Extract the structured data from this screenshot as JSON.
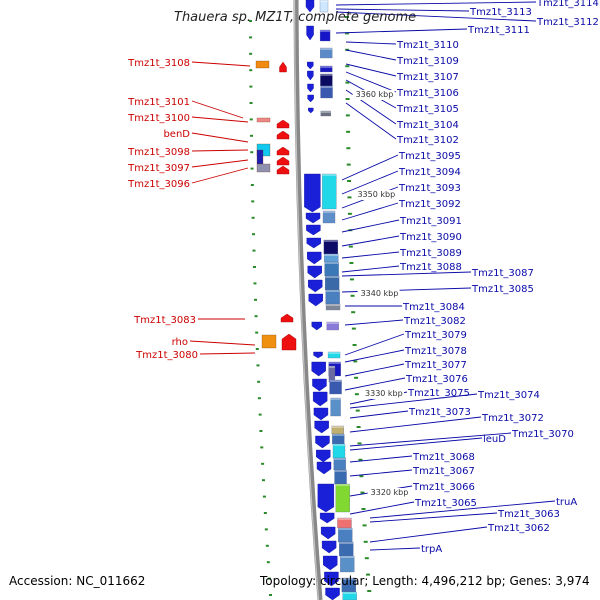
{
  "title": "Thauera sp. MZ1T, complete genome",
  "accession": "Accession: NC_011662",
  "topology": "Topology: circular; Length: 4,496,212 bp; Genes: 3,974",
  "colors": {
    "right_label": "#0a0aa8",
    "left_label": "#cc0000",
    "tick": "#2a8a2a",
    "backbone": "#8a8a8a"
  },
  "scale_labels": [
    "3360 kbp",
    "3350 kbp",
    "3340 kbp",
    "3330 kbp",
    "3320 kbp"
  ],
  "right_labels": [
    "Tmz1t_3114",
    "Tmz1t_3113",
    "Tmz1t_3112",
    "Tmz1t_3111",
    "Tmz1t_3110",
    "Tmz1t_3109",
    "Tmz1t_3107",
    "Tmz1t_3106",
    "Tmz1t_3105",
    "Tmz1t_3104",
    "Tmz1t_3102",
    "Tmz1t_3095",
    "Tmz1t_3094",
    "Tmz1t_3093",
    "Tmz1t_3092",
    "Tmz1t_3091",
    "Tmz1t_3090",
    "Tmz1t_3089",
    "Tmz1t_3088",
    "Tmz1t_3087",
    "Tmz1t_3085",
    "Tmz1t_3084",
    "Tmz1t_3082",
    "Tmz1t_3079",
    "Tmz1t_3078",
    "Tmz1t_3077",
    "Tmz1t_3076",
    "Tmz1t_3075",
    "Tmz1t_3074",
    "Tmz1t_3073",
    "Tmz1t_3072",
    "Tmz1t_3070",
    "leuD",
    "Tmz1t_3068",
    "Tmz1t_3067",
    "Tmz1t_3066",
    "Tmz1t_3065",
    "truA",
    "Tmz1t_3063",
    "Tmz1t_3062",
    "trpA"
  ],
  "left_labels": [
    "Tmz1t_3108",
    "Tmz1t_3101",
    "Tmz1t_3100",
    "benD",
    "Tmz1t_3098",
    "Tmz1t_3097",
    "Tmz1t_3096",
    "Tmz1t_3083",
    "rho",
    "Tmz1t_3080"
  ]
}
